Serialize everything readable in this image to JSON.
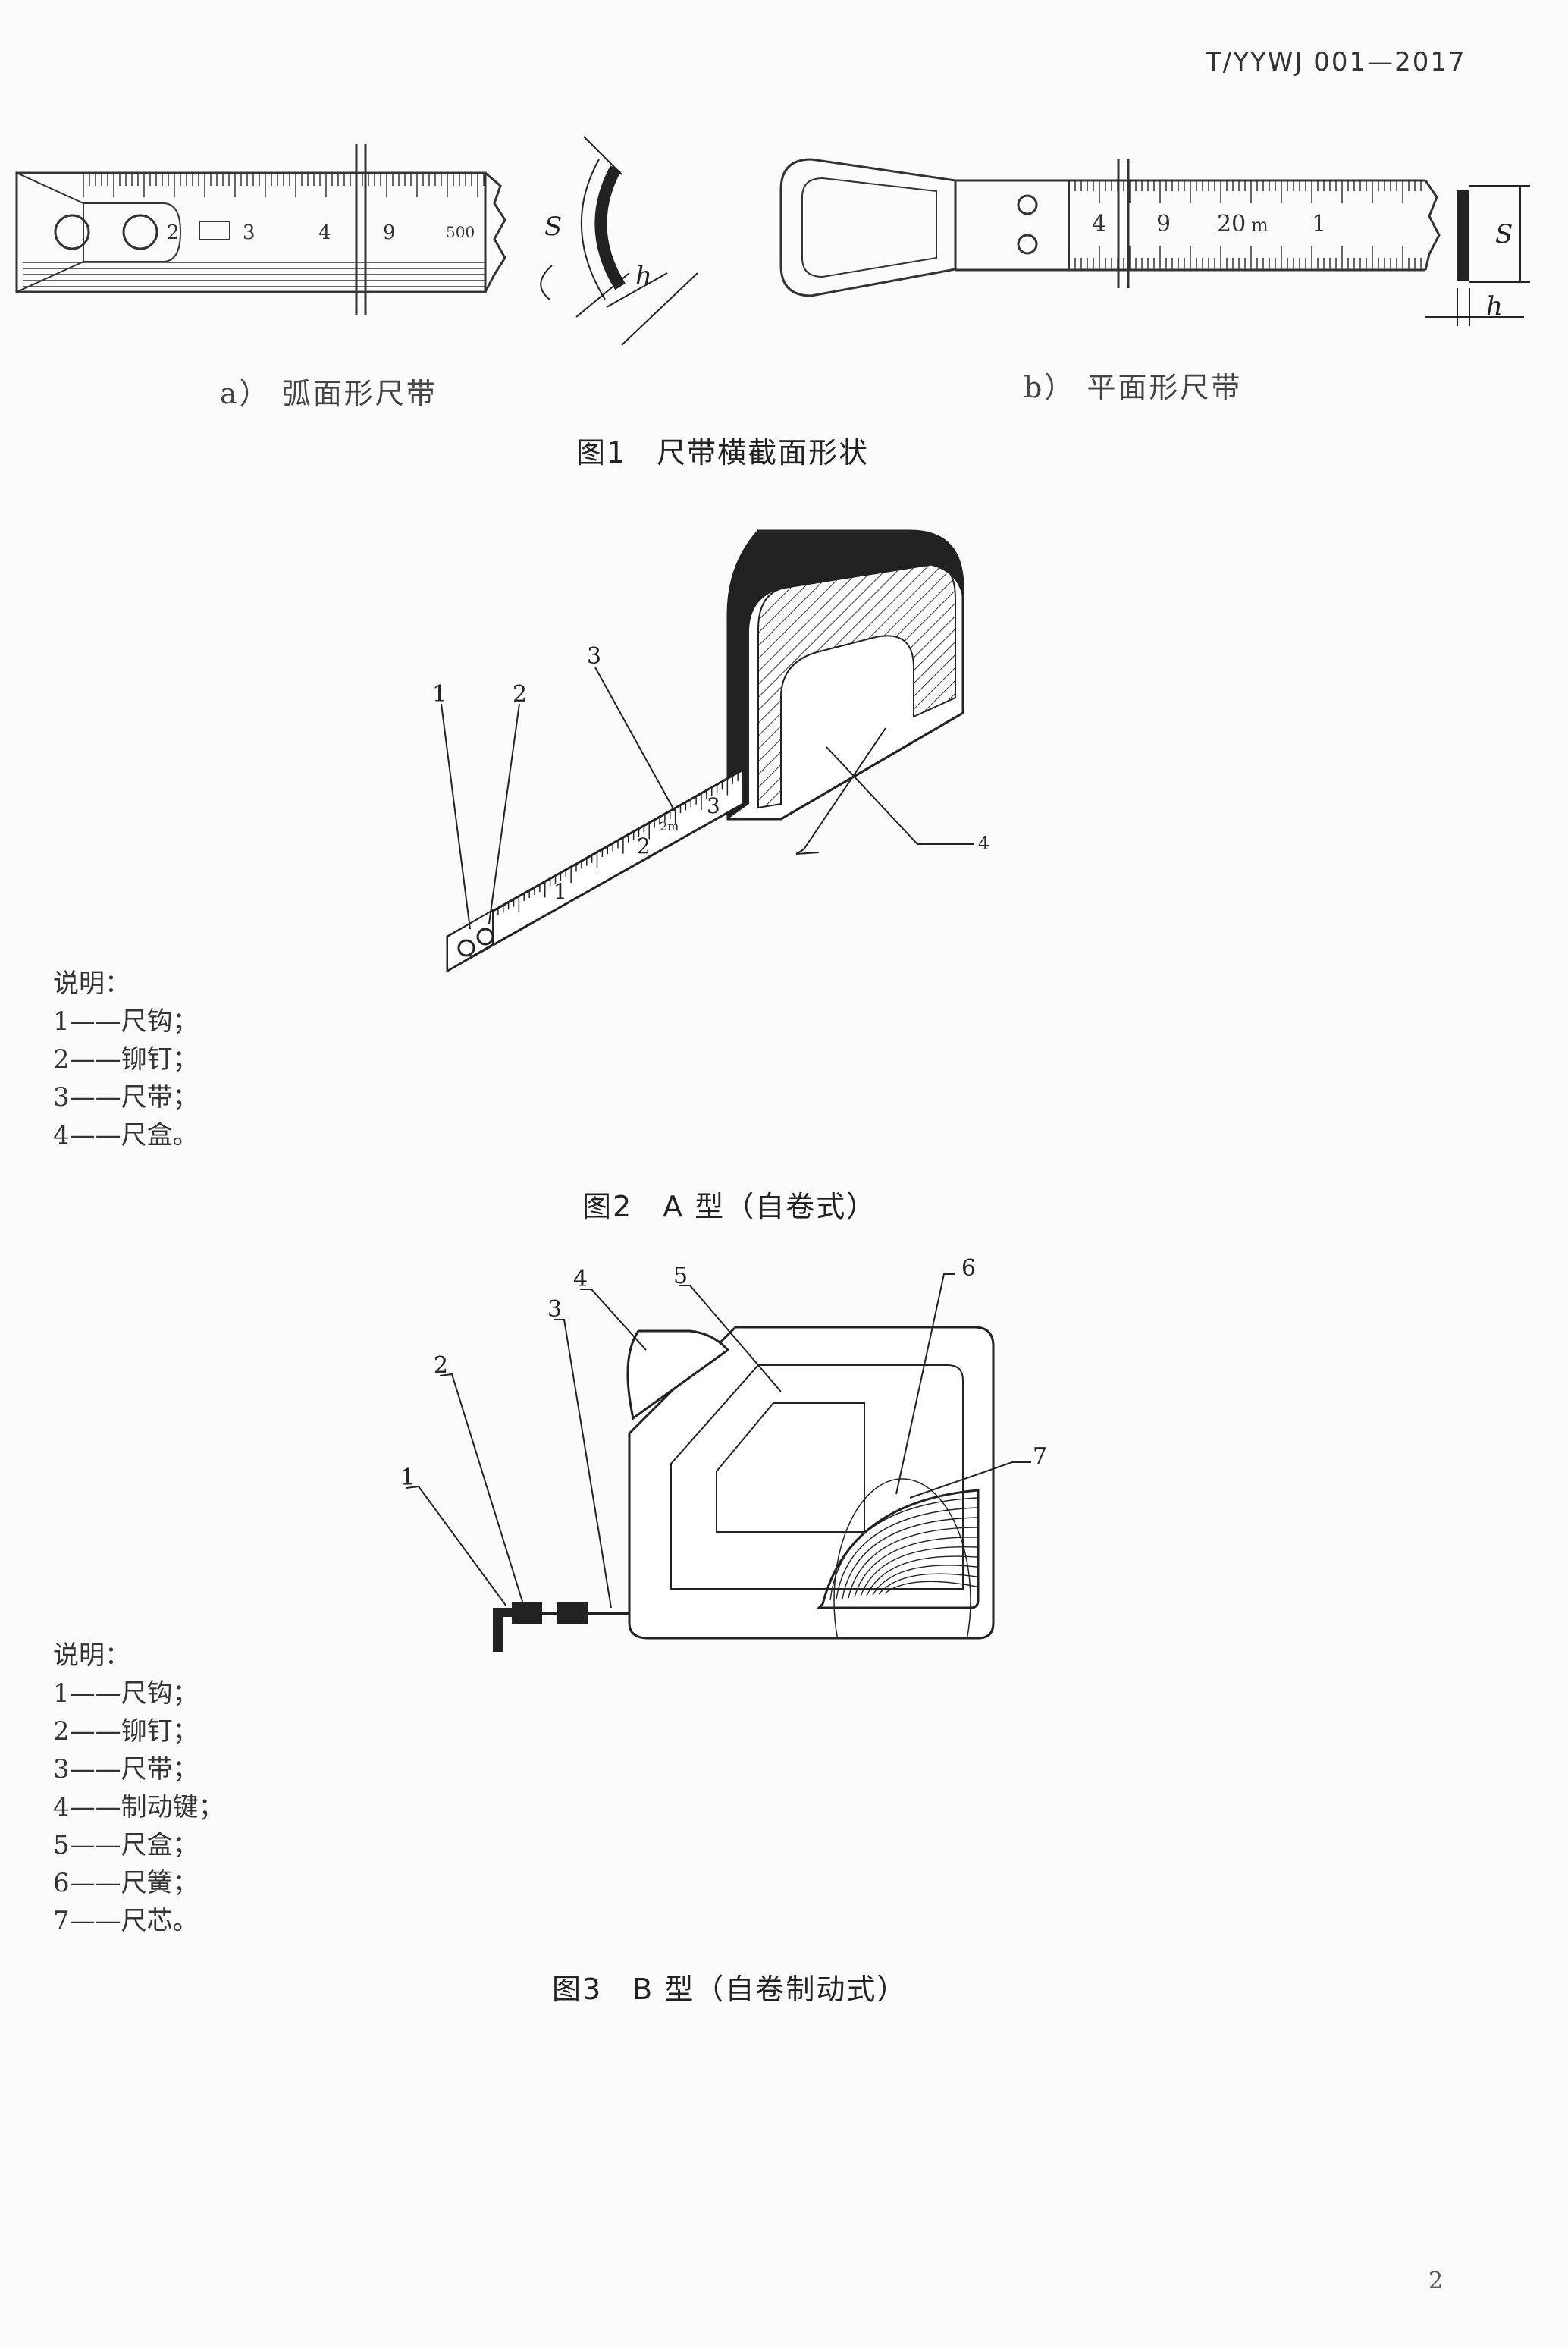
{
  "header": {
    "standard_number": "T/YYWJ 001—2017"
  },
  "figure1": {
    "panel_a": {
      "caption": "a） 弧面形尺带",
      "tape_numbers": [
        "2",
        "3",
        "4",
        "9",
        "500"
      ],
      "dimension_labels": [
        "S",
        "h"
      ]
    },
    "panel_b": {
      "caption": "b） 平面形尺带",
      "tape_numbers": [
        "4",
        "9",
        "20",
        "m",
        "1"
      ],
      "dimension_labels": [
        "S",
        "h"
      ]
    },
    "caption": "图1　尺带横截面形状"
  },
  "figure2": {
    "callouts": [
      "1",
      "2",
      "3",
      "4"
    ],
    "tape_numbers": [
      "1",
      "2",
      "3",
      "2m"
    ],
    "legend_title": "说明：",
    "legend": [
      "1——尺钩；",
      "2——铆钉；",
      "3——尺带；",
      "4——尺盒。"
    ],
    "caption": "图2　A 型（自卷式）"
  },
  "figure3": {
    "callouts": [
      "1",
      "2",
      "3",
      "4",
      "5",
      "6",
      "7"
    ],
    "legend_title": "说明：",
    "legend": [
      "1——尺钩；",
      "2——铆钉；",
      "3——尺带；",
      "4——制动键；",
      "5——尺盒；",
      "6——尺簧；",
      "7——尺芯。"
    ],
    "caption": "图3　B 型（自卷制动式）"
  },
  "footer": {
    "page_number": "2"
  }
}
